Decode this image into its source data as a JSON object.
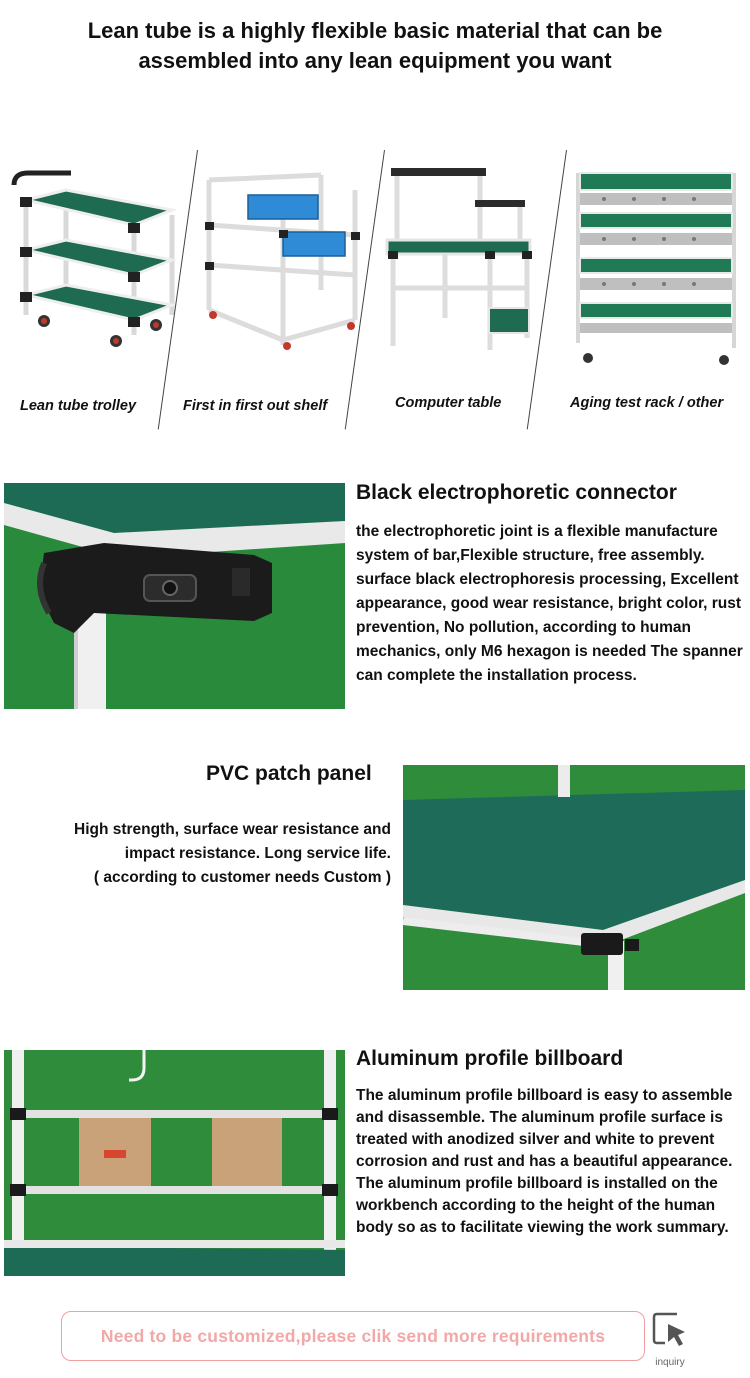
{
  "header": {
    "line1": "Lean tube is a highly flexible basic material that can be",
    "line2": "assembled into any lean equipment you want"
  },
  "gallery": {
    "items": [
      {
        "label": "Lean tube trolley"
      },
      {
        "label": "First in first out shelf"
      },
      {
        "label": "Computer table"
      },
      {
        "label": "Aging test rack / other"
      }
    ]
  },
  "connector_section": {
    "title": "Black electrophoretic connector",
    "body": "the electrophoretic joint is a flexible manufacture system of bar,Flexible structure, free assembly.  surface black electrophoresis processing, Excellent appearance, good wear resistance, bright color, rust prevention, No pollution, according to human mechanics, only M6 hexagon is needed The spanner can complete the installation process."
  },
  "pvc_section": {
    "title": "PVC patch panel",
    "line1": "High strength, surface wear resistance and",
    "line2": "impact resistance. Long service life.",
    "line3": "( according to customer needs Custom )"
  },
  "billboard_section": {
    "title": "Aluminum profile billboard",
    "body": "The aluminum profile billboard is easy to assemble and disassemble. The aluminum profile surface is treated with anodized silver and white to prevent corrosion and rust and has a beautiful appearance. The aluminum profile billboard is installed on the workbench according to the height of the human body so as to facilitate viewing the work summary."
  },
  "cta": {
    "label": "Need to be customized,please clik send more requirements",
    "inquiry_label": "inquiry",
    "inquiry_icon": "cursor-click-icon"
  },
  "colors": {
    "panel_green": "#1f6b52",
    "green_screen": "#2d8a3a",
    "cta_text": "#f4a7a7",
    "cta_border": "#f0a0a0"
  }
}
